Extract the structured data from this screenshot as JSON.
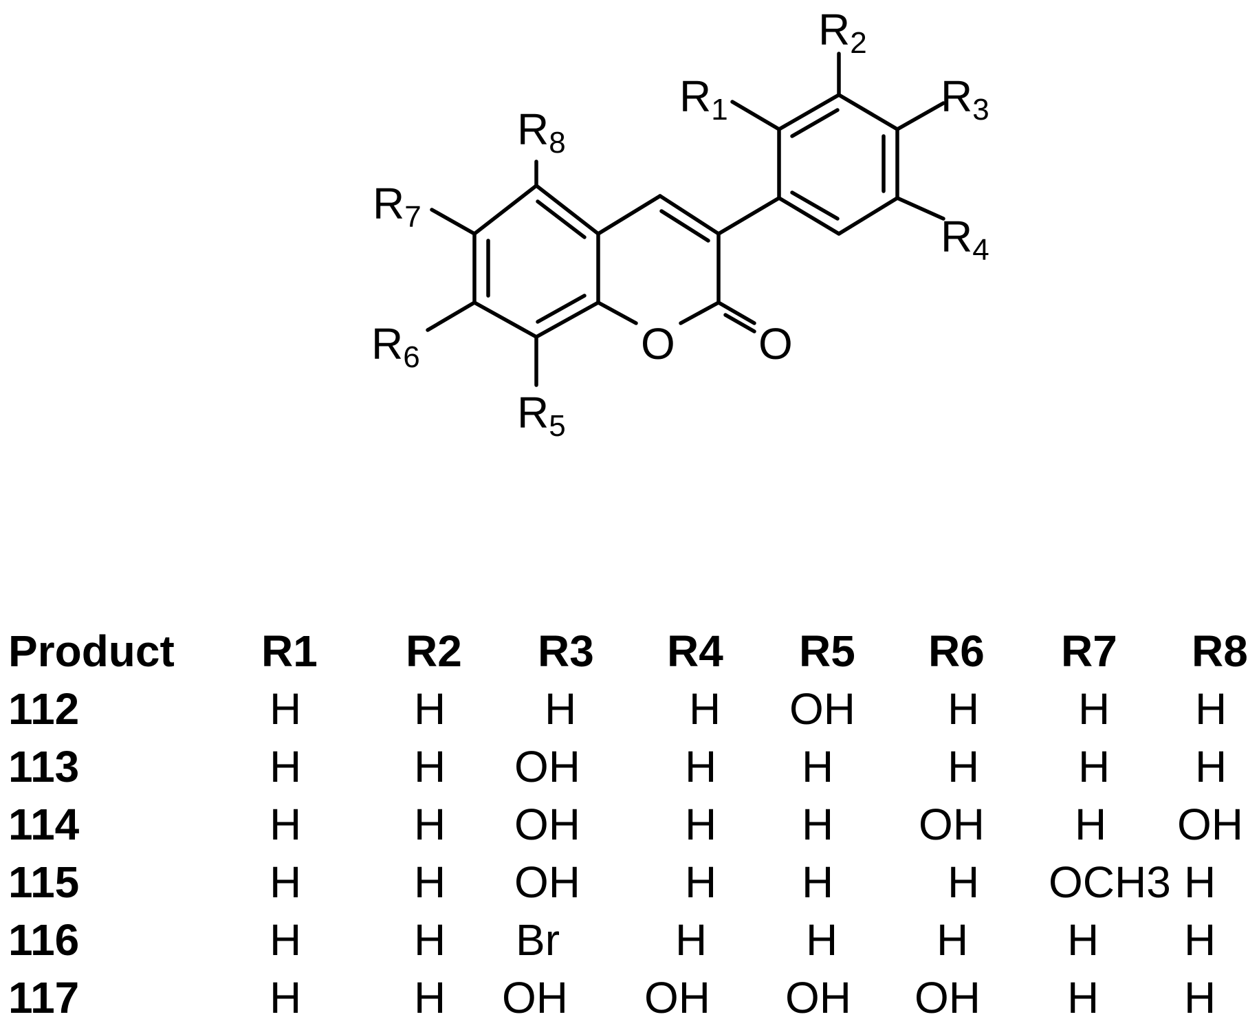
{
  "structure": {
    "atoms": {
      "ring_oxygen": "O",
      "carbonyl_oxygen": "O"
    },
    "substituents": [
      {
        "id": "r1",
        "letter": "R",
        "sub": "1"
      },
      {
        "id": "r2",
        "letter": "R",
        "sub": "2"
      },
      {
        "id": "r3",
        "letter": "R",
        "sub": "3"
      },
      {
        "id": "r4",
        "letter": "R",
        "sub": "4"
      },
      {
        "id": "r5",
        "letter": "R",
        "sub": "5"
      },
      {
        "id": "r6",
        "letter": "R",
        "sub": "6"
      },
      {
        "id": "r7",
        "letter": "R",
        "sub": "7"
      },
      {
        "id": "r8",
        "letter": "R",
        "sub": "8"
      }
    ]
  },
  "table": {
    "headers": [
      "Product",
      "R1",
      "R2",
      "R3",
      "R4",
      "R5",
      "R6",
      "R7",
      "R8"
    ],
    "rows": [
      {
        "product": "112",
        "values": [
          "H",
          "H",
          "H",
          "H",
          "OH",
          "H",
          "H",
          "H"
        ]
      },
      {
        "product": "113",
        "values": [
          "H",
          "H",
          "OH",
          "H",
          "H",
          "H",
          "H",
          "H"
        ]
      },
      {
        "product": "114",
        "values": [
          "H",
          "H",
          "OH",
          "H",
          "H",
          "OH",
          "H",
          "OH"
        ]
      },
      {
        "product": "115",
        "values": [
          "H",
          "H",
          "OH",
          "H",
          "H",
          "H",
          "OCH3",
          "H"
        ]
      },
      {
        "product": "116",
        "values": [
          "H",
          "H",
          "Br",
          "H",
          "H",
          "H",
          "H",
          "H"
        ]
      },
      {
        "product": "117",
        "values": [
          "H",
          "H",
          "OH",
          "OH",
          "OH",
          "OH",
          "H",
          "H"
        ]
      }
    ]
  }
}
